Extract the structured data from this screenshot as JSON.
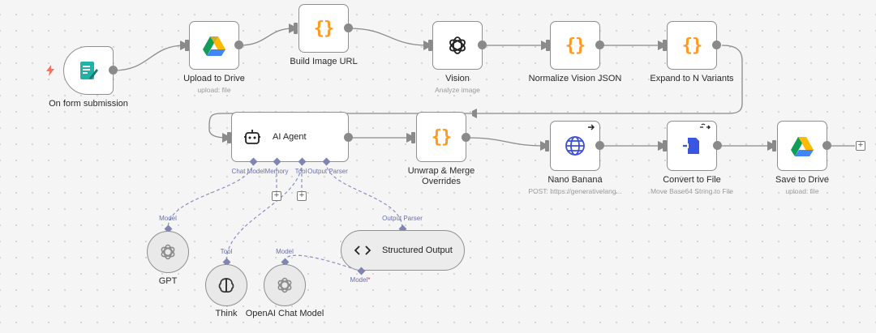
{
  "canvas": {
    "nodes": {
      "form_trigger": {
        "label": "On form submission"
      },
      "upload_drive": {
        "label": "Upload to Drive",
        "sub": "upload: file"
      },
      "build_url": {
        "label": "Build Image URL"
      },
      "vision": {
        "label": "Vision",
        "sub": "Analyze image"
      },
      "normalize": {
        "label": "Normalize Vision JSON"
      },
      "expand": {
        "label": "Expand to N Variants"
      },
      "ai_agent": {
        "label": "AI Agent"
      },
      "unwrap": {
        "label": "Unwrap & Merge\nOverrides",
        "line1": "Unwrap & Merge",
        "line2": "Overrides"
      },
      "nano": {
        "label": "Nano Banana",
        "sub": "POST: https://generativelang..."
      },
      "convert": {
        "label": "Convert to File",
        "sub": "Move Base64 String to File"
      },
      "save_drive": {
        "label": "Save to Drive",
        "sub": "upload: file"
      },
      "gpt": {
        "label": "GPT"
      },
      "think": {
        "label": "Think"
      },
      "openai_chat": {
        "label": "OpenAI Chat Model"
      },
      "structured": {
        "label": "Structured Output"
      }
    },
    "ports": {
      "chat_model": "Chat Model",
      "memory": "Memory",
      "tool": "Tool",
      "output_parser": "Output Parser",
      "model": "Model",
      "tool_in": "Tool",
      "output_parser_in": "Output Parser",
      "model_in": "Model",
      "model_required": "Model",
      "required_mark": "*"
    },
    "add_label": "+"
  },
  "colors": {
    "wire": "#8a8a8a",
    "ai_wire": "#8a8fc4",
    "brace": "#ff9a1f",
    "form_icon": "#1fb3a8",
    "trigger_bolt": "#ff6d5a",
    "globe": "#3b4fd8",
    "convert": "#3a55e0"
  }
}
